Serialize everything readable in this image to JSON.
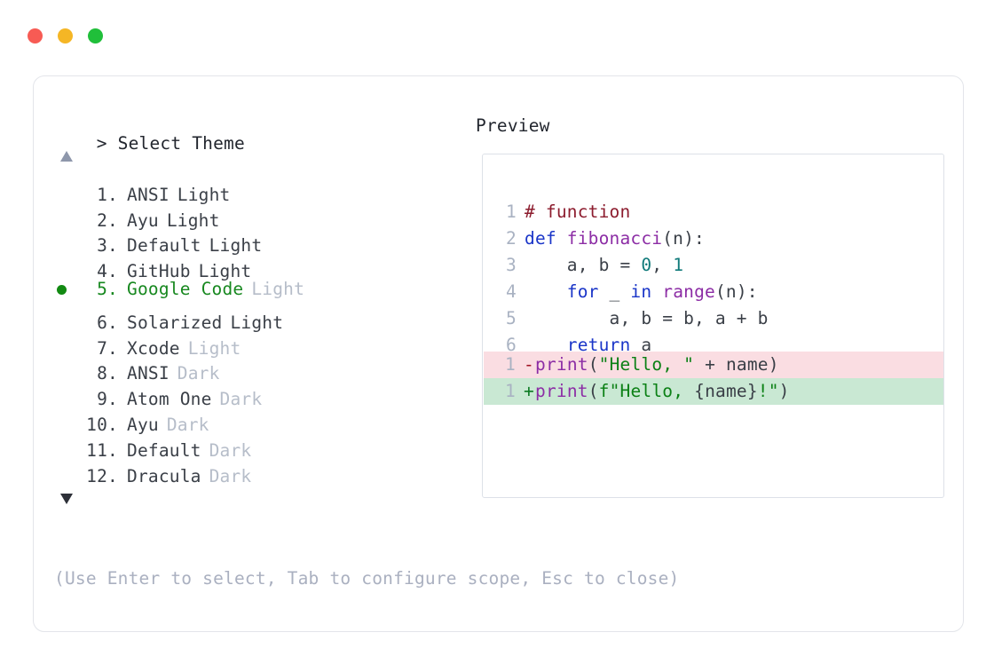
{
  "window": {
    "traffic_lights": [
      {
        "name": "close",
        "color": "#f75b54"
      },
      {
        "name": "minimize",
        "color": "#f5b625"
      },
      {
        "name": "maximize",
        "color": "#20bf3a"
      }
    ]
  },
  "prompt": {
    "marker": ">",
    "label": "Select Theme",
    "text": "> Select Theme"
  },
  "scroll": {
    "up_icon": "triangle-up-icon",
    "down_icon": "triangle-down-icon",
    "up_color": "#8e97ab",
    "down_color": "#2d3038"
  },
  "preview": {
    "label": "Preview"
  },
  "selection": {
    "selected_index": 5,
    "bullet_icon": "filled-circle-icon",
    "bullet_color": "#128a12",
    "accent_color": "#17881f"
  },
  "themes": [
    {
      "num": "1.",
      "name": "ANSI",
      "suffix": "Light",
      "suffix_dim": false,
      "selected": false
    },
    {
      "num": "2.",
      "name": "Ayu",
      "suffix": "Light",
      "suffix_dim": false,
      "selected": false
    },
    {
      "num": "3.",
      "name": "Default",
      "suffix": "Light",
      "suffix_dim": false,
      "selected": false
    },
    {
      "num": "4.",
      "name": "GitHub",
      "suffix": "Light",
      "suffix_dim": false,
      "selected": false
    },
    {
      "num": "5.",
      "name": "Google Code",
      "suffix": "Light",
      "suffix_dim": true,
      "selected": true
    },
    {
      "num": "6.",
      "name": "Solarized",
      "suffix": "Light",
      "suffix_dim": false,
      "selected": false
    },
    {
      "num": "7.",
      "name": "Xcode",
      "suffix": "Light",
      "suffix_dim": true,
      "selected": false
    },
    {
      "num": "8.",
      "name": "ANSI",
      "suffix": "Dark",
      "suffix_dim": true,
      "selected": false
    },
    {
      "num": "9.",
      "name": "Atom One",
      "suffix": "Dark",
      "suffix_dim": true,
      "selected": false
    },
    {
      "num": "10.",
      "name": "Ayu",
      "suffix": "Dark",
      "suffix_dim": true,
      "selected": false
    },
    {
      "num": "11.",
      "name": "Default",
      "suffix": "Dark",
      "suffix_dim": true,
      "selected": false
    },
    {
      "num": "12.",
      "name": "Dracula",
      "suffix": "Dark",
      "suffix_dim": true,
      "selected": false
    }
  ],
  "footer": {
    "hint": "(Use Enter to select, Tab to configure scope, Esc to close)"
  },
  "code": {
    "lines": [
      {
        "no": "1",
        "tokens": [
          {
            "t": "# function",
            "c": "t-comment"
          }
        ]
      },
      {
        "no": "2",
        "tokens": [
          {
            "t": "def ",
            "c": "t-keyword"
          },
          {
            "t": "fibonacci",
            "c": "t-func"
          },
          {
            "t": "(n):",
            "c": "t-punct"
          }
        ]
      },
      {
        "no": "3",
        "tokens": [
          {
            "t": "    a, b = ",
            "c": "t-plain"
          },
          {
            "t": "0",
            "c": "t-number"
          },
          {
            "t": ", ",
            "c": "t-plain"
          },
          {
            "t": "1",
            "c": "t-number"
          }
        ]
      },
      {
        "no": "4",
        "tokens": [
          {
            "t": "    ",
            "c": "t-plain"
          },
          {
            "t": "for",
            "c": "t-keyword"
          },
          {
            "t": " _ ",
            "c": "t-plain"
          },
          {
            "t": "in",
            "c": "t-keyword"
          },
          {
            "t": " ",
            "c": "t-plain"
          },
          {
            "t": "range",
            "c": "t-func"
          },
          {
            "t": "(n):",
            "c": "t-punct"
          }
        ]
      },
      {
        "no": "5",
        "tokens": [
          {
            "t": "        a, b = b, a + b",
            "c": "t-plain"
          }
        ]
      },
      {
        "no": "6",
        "tokens": [
          {
            "t": "    ",
            "c": "t-plain"
          },
          {
            "t": "return",
            "c": "t-keyword"
          },
          {
            "t": " a",
            "c": "t-plain"
          }
        ]
      }
    ],
    "diff": [
      {
        "no": "1",
        "marker": "-",
        "kind": "removed",
        "bg": "#fadde2",
        "tokens": [
          {
            "t": "print",
            "c": "t-func"
          },
          {
            "t": "(",
            "c": "t-punct"
          },
          {
            "t": "\"Hello, \"",
            "c": "t-string"
          },
          {
            "t": " + name)",
            "c": "t-plain"
          }
        ]
      },
      {
        "no": "1",
        "marker": "+",
        "kind": "added",
        "bg": "#c9e8d3",
        "tokens": [
          {
            "t": "print",
            "c": "t-func"
          },
          {
            "t": "(",
            "c": "t-punct"
          },
          {
            "t": "f\"Hello, ",
            "c": "t-string"
          },
          {
            "t": "{name}",
            "c": "t-plain"
          },
          {
            "t": "!\"",
            "c": "t-string"
          },
          {
            "t": ")",
            "c": "t-punct"
          }
        ]
      }
    ]
  }
}
